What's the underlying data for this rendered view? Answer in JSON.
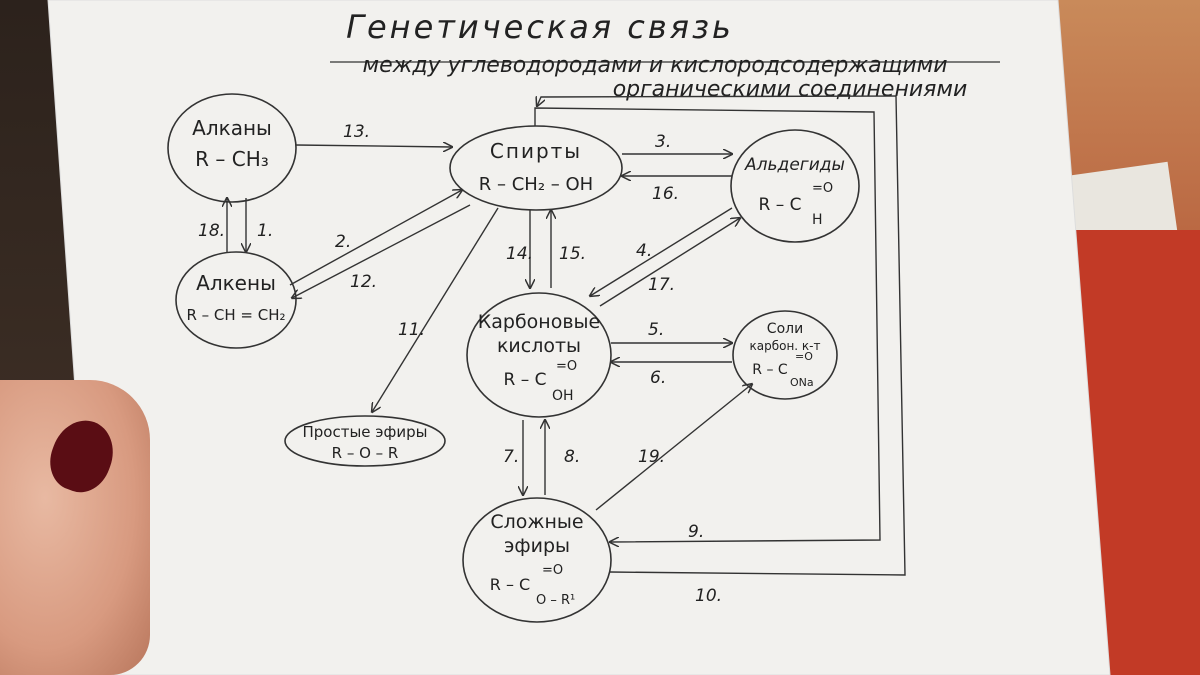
{
  "title": "Генетическая связь",
  "subtitle_line1": "между углеводородами и кислородсодержащими",
  "subtitle_line2": "органическими соединениями",
  "nodes": {
    "alkanes": {
      "name": "Алканы",
      "formula": "R – CH₃"
    },
    "alcohols": {
      "name": "Спирты",
      "formula": "R – CH₂ – OH"
    },
    "aldehydes": {
      "name": "Альдегиды",
      "formula": "R – C",
      "sup": "=O",
      "sub": "H"
    },
    "alkenes": {
      "name": "Алкены",
      "formula": "R – CH = CH₂"
    },
    "carboxylic_acids": {
      "name_line1": "Карбоновые",
      "name_line2": "кислоты",
      "formula": "R – C",
      "sup": "=O",
      "sub": "OH"
    },
    "salts": {
      "name_line1": "Соли",
      "name_line2": "карбон. к-т",
      "formula": "R – C",
      "sup": "=O",
      "sub": "ONa"
    },
    "ethers": {
      "name": "Простые эфиры",
      "formula": "R – O – R"
    },
    "esters": {
      "name_line1": "Сложные",
      "name_line2": "эфиры",
      "formula": "R – C",
      "sup": "=O",
      "sub": "O – R¹"
    }
  },
  "arrows": {
    "a1": "1.",
    "a2": "2.",
    "a3": "3.",
    "a4": "4.",
    "a5": "5.",
    "a6": "6.",
    "a7": "7.",
    "a8": "8.",
    "a9": "9.",
    "a10": "10.",
    "a11": "11.",
    "a12": "12.",
    "a13": "13.",
    "a14": "14.",
    "a15": "15.",
    "a16": "16.",
    "a17": "17.",
    "a18": "18.",
    "a19": "19."
  }
}
